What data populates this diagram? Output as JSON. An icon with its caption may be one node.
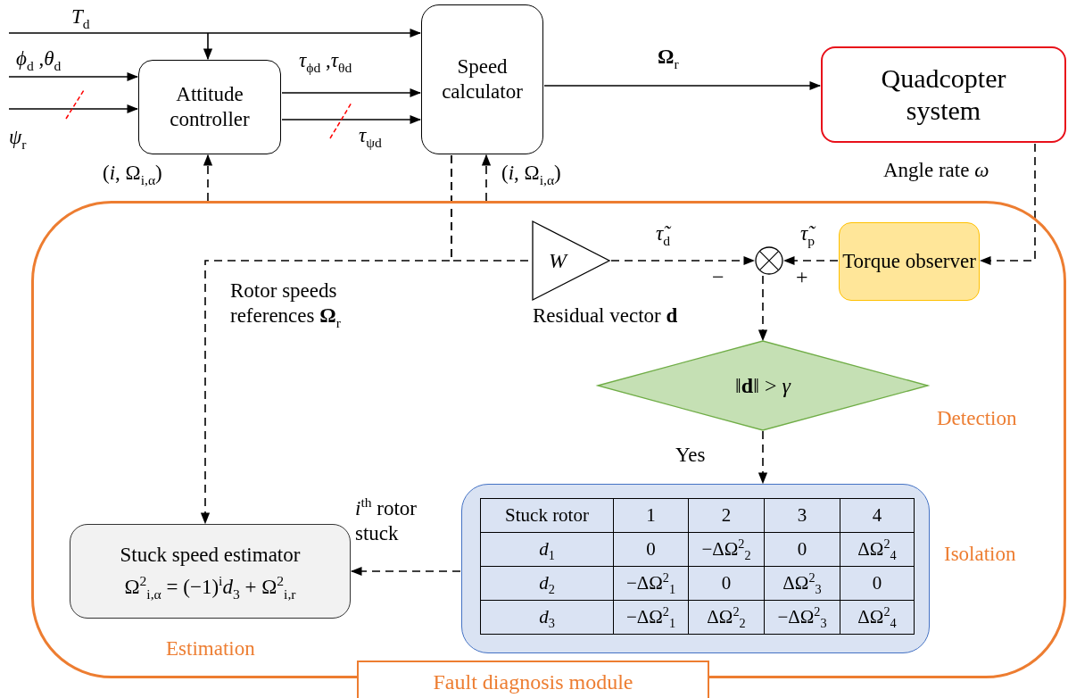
{
  "diagram": {
    "nodes": [
      {
        "text": [
          "Attitude controller"
        ]
      },
      {
        "text": [
          "Speed calculator"
        ]
      },
      {
        "text": [
          "Quadcopter system"
        ]
      },
      {
        "text": [
          "Fault diagnosis module"
        ]
      },
      {
        "text": [
          "*W*"
        ],
        "in": 3
      },
      {
        "text": [],
        "shape": "circle",
        "in": 3,
        "beside": [
          "−",
          "+"
        ]
      },
      {
        "text": [
          "Torque observer"
        ],
        "in": 3
      },
      {
        "text": [
          "‖**d**‖ > *γ*"
        ],
        "in": 3,
        "beside": [
          "Detection"
        ]
      },
      {
        "text": [],
        "shape": "box",
        "in": 3,
        "beside": [
          "Isolation"
        ]
      },
      {
        "text": [
          "Stuck speed estimator",
          "Ω$^{2}$$_{i,α}$ = (−1)$^{i}$*d*$_{3}$ + Ω$^{2}$$_{i,r}$"
        ],
        "in": 3,
        "beside": [
          "Estimation"
        ]
      }
    ],
    "edges": [
      {
        "from": null,
        "to": 1,
        "arrow": "to",
        "label": "*T*$_{d}$"
      },
      {
        "from": null,
        "to": 0,
        "arrow": "to"
      },
      {
        "from": null,
        "to": 0,
        "arrow": "to",
        "label": "*ϕ*$_{d}$ ,*θ*$_{d}$"
      },
      {
        "from": null,
        "to": 0,
        "arrow": "to",
        "label": "*ψ*$_{r}$"
      },
      {
        "from": 0,
        "to": 1,
        "arrow": "to",
        "label": "*τ*$_{ϕd}$ ,*τ*$_{θd}$"
      },
      {
        "from": 0,
        "to": 1,
        "arrow": "to",
        "label": "*τ*$_{ψd}$"
      },
      {
        "from": 1,
        "to": 2,
        "arrow": "to",
        "label": "**Ω**$_{r}$"
      },
      {
        "from": 2,
        "to": 6,
        "arrow": "to",
        "style": "dashed",
        "label": "Angle rate *ω*"
      },
      {
        "from": 6,
        "to": 5,
        "arrow": "to",
        "style": "dashed",
        "label": "*τ̃*$_{p}$"
      },
      {
        "from": 4,
        "to": 5,
        "arrow": "to",
        "style": "dashed",
        "label": "*τ̃*$_{d}$"
      },
      {
        "from": 1,
        "to": 4,
        "arrow": "none",
        "style": "dashed"
      },
      {
        "from": 1,
        "to": 9,
        "arrow": "to",
        "style": "dashed",
        "label": "Rotor speeds references **Ω**$_{r}$"
      },
      {
        "from": 5,
        "to": 7,
        "arrow": "to",
        "style": "dashed"
      },
      {
        "from": 7,
        "to": 8,
        "arrow": "to",
        "style": "dashed",
        "label": "Yes"
      },
      {
        "from": 8,
        "to": 9,
        "arrow": "to",
        "style": "dashed",
        "label": "*i*$^{th}$ rotor stuck"
      },
      {
        "from": 3,
        "to": 0,
        "arrow": "to",
        "style": "dashed",
        "label": "(*i*, Ω$_{i,α}$)"
      },
      {
        "from": 3,
        "to": 1,
        "arrow": "to",
        "style": "dashed",
        "label": "(*i*, Ω$_{i,α}$)"
      }
    ],
    "labels": [
      "Stuck rotor",
      "1",
      "2",
      "3",
      "4",
      "*d*$_{1}$",
      "0",
      "−ΔΩ$^{2}$$_{2}$",
      "0",
      "ΔΩ$^{2}$$_{4}$",
      "*d*$_{2}$",
      "−ΔΩ$^{2}$$_{1}$",
      "0",
      "ΔΩ$^{2}$$_{3}$",
      "0",
      "*d*$_{3}$",
      "−ΔΩ$^{2}$$_{1}$",
      "ΔΩ$^{2}$$_{2}$",
      "−ΔΩ$^{2}$$_{3}$",
      "ΔΩ$^{2}$$_{4}$",
      "Residual vector **d**"
    ]
  }
}
